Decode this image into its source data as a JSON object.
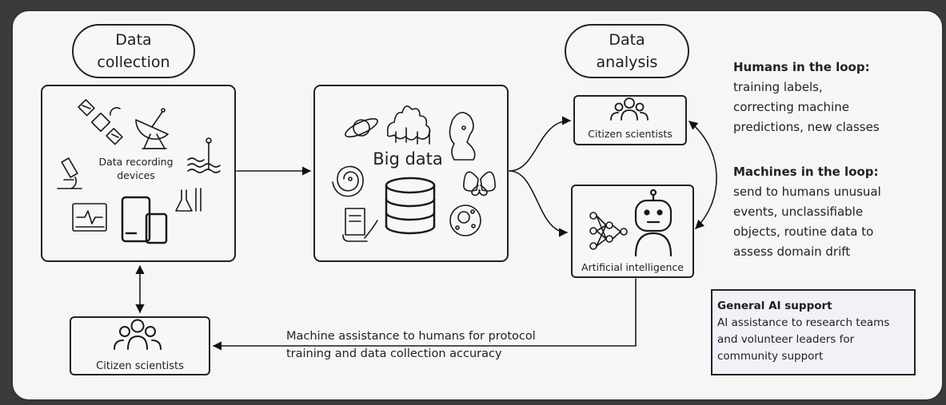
{
  "pills": {
    "data_collection": [
      "Data",
      "collection"
    ],
    "data_analysis": [
      "Data",
      "analysis"
    ]
  },
  "devices_box": {
    "label": [
      "Data recording",
      "devices"
    ]
  },
  "big_data_box": {
    "label": "Big data"
  },
  "analysis": {
    "citizen_label": "Citizen scientists",
    "ai_label": "Artificial intelligence"
  },
  "bottom_citizen_label": "Citizen scientists",
  "assistance_text": [
    "Machine assistance to humans for protocol",
    "training and data collection accuracy"
  ],
  "humans_loop": {
    "title": "Humans in the loop:",
    "lines": [
      "training labels,",
      "correcting machine",
      "predictions, new classes"
    ]
  },
  "machines_loop": {
    "title": "Machines in the loop:",
    "lines": [
      "send to humans unusual",
      "events, unclassifiable",
      "objects, routine data to",
      "assess domain drift"
    ]
  },
  "general_ai": {
    "title": "General AI support",
    "lines": [
      "AI assistance to research teams",
      "and volunteer leaders for",
      "community support"
    ]
  }
}
